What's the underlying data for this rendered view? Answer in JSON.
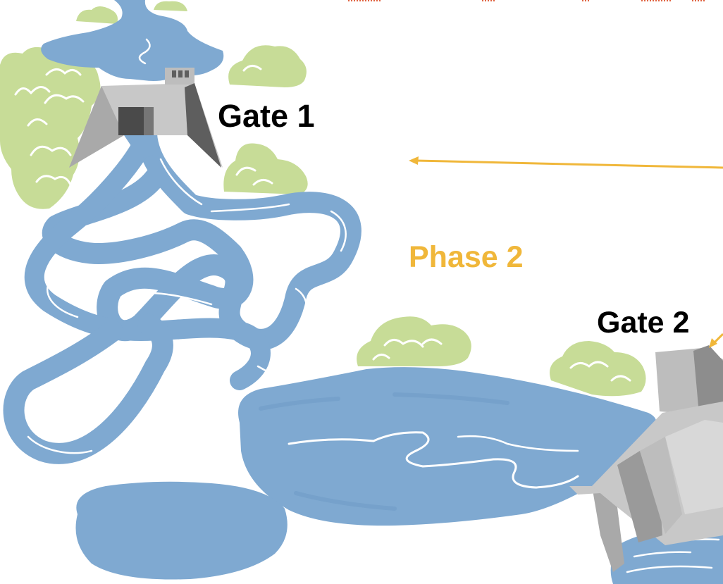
{
  "labels": {
    "gate_1": "Gate 1",
    "gate_2": "Gate 2",
    "phase_2": "Phase 2"
  },
  "colors": {
    "water": "#7fa9d1",
    "water_dark": "#6f9cc6",
    "water_highlight": "#ffffff",
    "foliage": "#c7dc97",
    "foliage_line": "#ffffff",
    "gate_light": "#c8c8c8",
    "gate_mid": "#a9a9a9",
    "gate_dark": "#5e5e5e",
    "label_text": "#000000",
    "phase_text": "#f0b73a",
    "arrow": "#f0b73a",
    "dashes": "#e0603c"
  },
  "icons": {
    "gate_1": "dam-gate-icon",
    "gate_2": "dam-gate-icon",
    "bushes": "bush-icon"
  }
}
